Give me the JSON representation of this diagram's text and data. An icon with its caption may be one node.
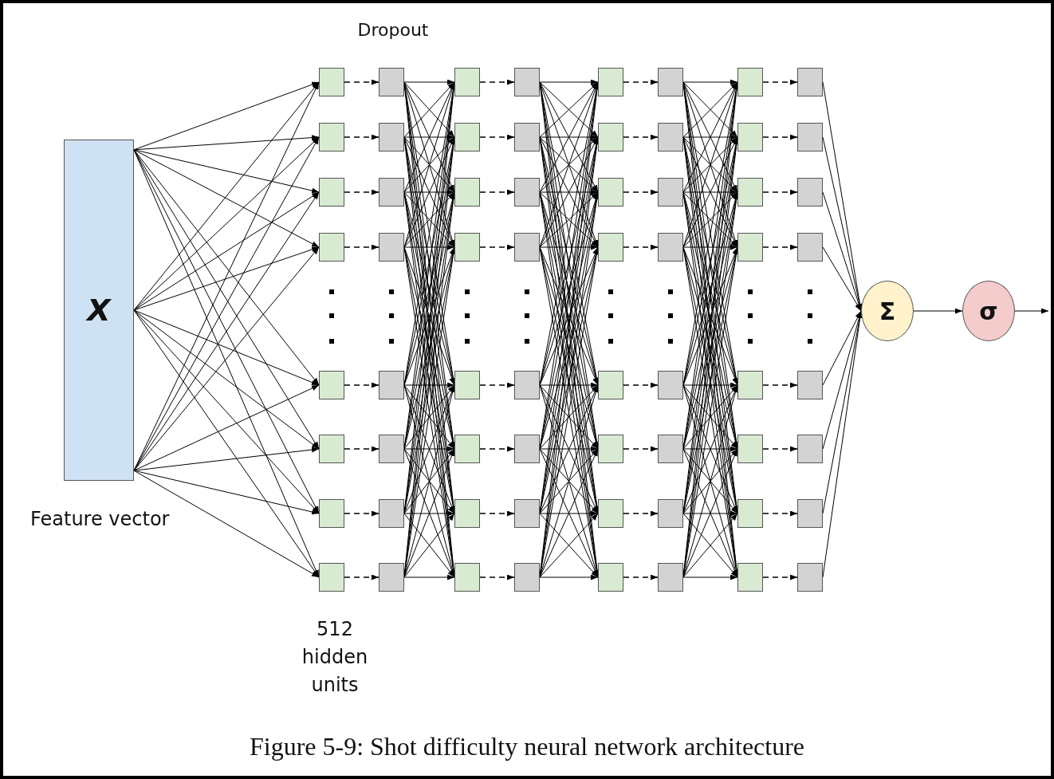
{
  "diagram": {
    "caption": "Figure 5-9: Shot difficulty neural network architecture",
    "nodes": [
      {
        "text": [
          "X"
        ],
        "beside": [
          "Feature vector"
        ]
      },
      {
        "text": [],
        "shape": "box"
      },
      {
        "text": [],
        "shape": "box"
      },
      {
        "text": [],
        "shape": "box"
      },
      {
        "text": [],
        "shape": "box"
      },
      {
        "text": [],
        "shape": "box"
      },
      {
        "text": [],
        "shape": "box"
      },
      {
        "text": [],
        "shape": "box"
      },
      {
        "text": [],
        "shape": "box"
      },
      {
        "text": [],
        "shape": "box"
      },
      {
        "text": [],
        "shape": "box"
      },
      {
        "text": [],
        "shape": "box"
      },
      {
        "text": [],
        "shape": "box"
      },
      {
        "text": [],
        "shape": "box"
      },
      {
        "text": [],
        "shape": "box"
      },
      {
        "text": [],
        "shape": "box"
      },
      {
        "text": [],
        "shape": "box"
      },
      {
        "text": [],
        "shape": "box"
      },
      {
        "text": [],
        "shape": "box"
      },
      {
        "text": [],
        "shape": "box"
      },
      {
        "text": [],
        "shape": "box"
      },
      {
        "text": [],
        "shape": "box"
      },
      {
        "text": [],
        "shape": "box"
      },
      {
        "text": [],
        "shape": "box"
      },
      {
        "text": [],
        "shape": "box"
      },
      {
        "text": [],
        "shape": "box"
      },
      {
        "text": [],
        "shape": "box"
      },
      {
        "text": [],
        "shape": "box"
      },
      {
        "text": [],
        "shape": "box"
      },
      {
        "text": [],
        "shape": "box"
      },
      {
        "text": [],
        "shape": "box"
      },
      {
        "text": [],
        "shape": "box"
      },
      {
        "text": [],
        "shape": "box"
      },
      {
        "text": [],
        "shape": "box"
      },
      {
        "text": [],
        "shape": "box"
      },
      {
        "text": [],
        "shape": "box"
      },
      {
        "text": [],
        "shape": "box"
      },
      {
        "text": [],
        "shape": "box"
      },
      {
        "text": [],
        "shape": "box"
      },
      {
        "text": [],
        "shape": "box"
      },
      {
        "text": [],
        "shape": "box"
      },
      {
        "text": [],
        "shape": "box"
      },
      {
        "text": [],
        "shape": "box"
      },
      {
        "text": [],
        "shape": "box"
      },
      {
        "text": [],
        "shape": "box"
      },
      {
        "text": [],
        "shape": "box"
      },
      {
        "text": [],
        "shape": "box"
      },
      {
        "text": [],
        "shape": "box"
      },
      {
        "text": [],
        "shape": "box"
      },
      {
        "text": [],
        "shape": "box"
      },
      {
        "text": [],
        "shape": "box"
      },
      {
        "text": [],
        "shape": "box"
      },
      {
        "text": [],
        "shape": "box"
      },
      {
        "text": [],
        "shape": "box"
      },
      {
        "text": [],
        "shape": "box"
      },
      {
        "text": [],
        "shape": "box"
      },
      {
        "text": [],
        "shape": "box"
      },
      {
        "text": [],
        "shape": "box"
      },
      {
        "text": [],
        "shape": "box"
      },
      {
        "text": [],
        "shape": "box"
      },
      {
        "text": [],
        "shape": "box"
      },
      {
        "text": [],
        "shape": "box"
      },
      {
        "text": [],
        "shape": "box"
      },
      {
        "text": [],
        "shape": "box"
      },
      {
        "text": [],
        "shape": "box"
      },
      {
        "text": [
          "Σ"
        ]
      },
      {
        "text": [
          "σ"
        ]
      }
    ],
    "edges": [
      {
        "from": 0,
        "to": 1,
        "arrow": "to"
      },
      {
        "from": 0,
        "to": 1,
        "arrow": "to"
      },
      {
        "from": 0,
        "to": 1,
        "arrow": "to"
      },
      {
        "from": 0,
        "to": 2,
        "arrow": "to"
      },
      {
        "from": 0,
        "to": 2,
        "arrow": "to"
      },
      {
        "from": 0,
        "to": 2,
        "arrow": "to"
      },
      {
        "from": 0,
        "to": 3,
        "arrow": "to"
      },
      {
        "from": 0,
        "to": 3,
        "arrow": "to"
      },
      {
        "from": 0,
        "to": 3,
        "arrow": "to"
      },
      {
        "from": 0,
        "to": 4,
        "arrow": "to"
      },
      {
        "from": 0,
        "to": 4,
        "arrow": "to"
      },
      {
        "from": 0,
        "to": 4,
        "arrow": "to"
      },
      {
        "from": 0,
        "to": 5,
        "arrow": "to"
      },
      {
        "from": 0,
        "to": 5,
        "arrow": "to"
      },
      {
        "from": 0,
        "to": 5,
        "arrow": "to"
      },
      {
        "from": 0,
        "to": 6,
        "arrow": "to"
      },
      {
        "from": 0,
        "to": 6,
        "arrow": "to"
      },
      {
        "from": 0,
        "to": 6,
        "arrow": "to"
      },
      {
        "from": 0,
        "to": 7,
        "arrow": "to"
      },
      {
        "from": 0,
        "to": 7,
        "arrow": "to"
      },
      {
        "from": 0,
        "to": 7,
        "arrow": "to"
      },
      {
        "from": 0,
        "to": 8,
        "arrow": "to"
      },
      {
        "from": 0,
        "to": 8,
        "arrow": "to"
      },
      {
        "from": 0,
        "to": 8,
        "arrow": "to"
      },
      {
        "from": 1,
        "to": 9,
        "arrow": "to",
        "style": "dashed"
      },
      {
        "from": 2,
        "to": 10,
        "arrow": "to",
        "style": "dashed"
      },
      {
        "from": 3,
        "to": 11,
        "arrow": "to",
        "style": "dashed"
      },
      {
        "from": 4,
        "to": 12,
        "arrow": "to",
        "style": "dashed"
      },
      {
        "from": 5,
        "to": 13,
        "arrow": "to",
        "style": "dashed"
      },
      {
        "from": 6,
        "to": 14,
        "arrow": "to",
        "style": "dashed"
      },
      {
        "from": 7,
        "to": 15,
        "arrow": "to",
        "style": "dashed"
      },
      {
        "from": 8,
        "to": 16,
        "arrow": "to",
        "style": "dashed"
      },
      {
        "from": 9,
        "to": 17,
        "arrow": "to"
      },
      {
        "from": 9,
        "to": 18,
        "arrow": "to"
      },
      {
        "from": 9,
        "to": 19,
        "arrow": "to"
      },
      {
        "from": 9,
        "to": 20,
        "arrow": "to"
      },
      {
        "from": 9,
        "to": 21,
        "arrow": "to"
      },
      {
        "from": 9,
        "to": 22,
        "arrow": "to"
      },
      {
        "from": 9,
        "to": 23,
        "arrow": "to"
      },
      {
        "from": 9,
        "to": 24,
        "arrow": "to"
      },
      {
        "from": 10,
        "to": 17,
        "arrow": "to"
      },
      {
        "from": 10,
        "to": 18,
        "arrow": "to"
      },
      {
        "from": 10,
        "to": 19,
        "arrow": "to"
      },
      {
        "from": 10,
        "to": 20,
        "arrow": "to"
      },
      {
        "from": 10,
        "to": 21,
        "arrow": "to"
      },
      {
        "from": 10,
        "to": 22,
        "arrow": "to"
      },
      {
        "from": 10,
        "to": 23,
        "arrow": "to"
      },
      {
        "from": 10,
        "to": 24,
        "arrow": "to"
      },
      {
        "from": 11,
        "to": 17,
        "arrow": "to"
      },
      {
        "from": 11,
        "to": 18,
        "arrow": "to"
      },
      {
        "from": 11,
        "to": 19,
        "arrow": "to"
      },
      {
        "from": 11,
        "to": 20,
        "arrow": "to"
      },
      {
        "from": 11,
        "to": 21,
        "arrow": "to"
      },
      {
        "from": 11,
        "to": 22,
        "arrow": "to"
      },
      {
        "from": 11,
        "to": 23,
        "arrow": "to"
      },
      {
        "from": 11,
        "to": 24,
        "arrow": "to"
      },
      {
        "from": 12,
        "to": 17,
        "arrow": "to"
      },
      {
        "from": 12,
        "to": 18,
        "arrow": "to"
      },
      {
        "from": 12,
        "to": 19,
        "arrow": "to"
      },
      {
        "from": 12,
        "to": 20,
        "arrow": "to"
      },
      {
        "from": 12,
        "to": 21,
        "arrow": "to"
      },
      {
        "from": 12,
        "to": 22,
        "arrow": "to"
      },
      {
        "from": 12,
        "to": 23,
        "arrow": "to"
      },
      {
        "from": 12,
        "to": 24,
        "arrow": "to"
      },
      {
        "from": 13,
        "to": 17,
        "arrow": "to"
      },
      {
        "from": 13,
        "to": 18,
        "arrow": "to"
      },
      {
        "from": 13,
        "to": 19,
        "arrow": "to"
      },
      {
        "from": 13,
        "to": 20,
        "arrow": "to"
      },
      {
        "from": 13,
        "to": 21,
        "arrow": "to"
      },
      {
        "from": 13,
        "to": 22,
        "arrow": "to"
      },
      {
        "from": 13,
        "to": 23,
        "arrow": "to"
      },
      {
        "from": 13,
        "to": 24,
        "arrow": "to"
      },
      {
        "from": 14,
        "to": 17,
        "arrow": "to"
      },
      {
        "from": 14,
        "to": 18,
        "arrow": "to"
      },
      {
        "from": 14,
        "to": 19,
        "arrow": "to"
      },
      {
        "from": 14,
        "to": 20,
        "arrow": "to"
      },
      {
        "from": 14,
        "to": 21,
        "arrow": "to"
      },
      {
        "from": 14,
        "to": 22,
        "arrow": "to"
      },
      {
        "from": 14,
        "to": 23,
        "arrow": "to"
      },
      {
        "from": 14,
        "to": 24,
        "arrow": "to"
      },
      {
        "from": 15,
        "to": 17,
        "arrow": "to"
      },
      {
        "from": 15,
        "to": 18,
        "arrow": "to"
      },
      {
        "from": 15,
        "to": 19,
        "arrow": "to"
      },
      {
        "from": 15,
        "to": 20,
        "arrow": "to"
      },
      {
        "from": 15,
        "to": 21,
        "arrow": "to"
      },
      {
        "from": 15,
        "to": 22,
        "arrow": "to"
      },
      {
        "from": 15,
        "to": 23,
        "arrow": "to"
      },
      {
        "from": 15,
        "to": 24,
        "arrow": "to"
      },
      {
        "from": 16,
        "to": 17,
        "arrow": "to"
      },
      {
        "from": 16,
        "to": 18,
        "arrow": "to"
      },
      {
        "from": 16,
        "to": 19,
        "arrow": "to"
      },
      {
        "from": 16,
        "to": 20,
        "arrow": "to"
      },
      {
        "from": 16,
        "to": 21,
        "arrow": "to"
      },
      {
        "from": 16,
        "to": 22,
        "arrow": "to"
      },
      {
        "from": 16,
        "to": 23,
        "arrow": "to"
      },
      {
        "from": 16,
        "to": 24,
        "arrow": "to"
      },
      {
        "from": 17,
        "to": 25,
        "arrow": "to",
        "style": "dashed"
      },
      {
        "from": 18,
        "to": 26,
        "arrow": "to",
        "style": "dashed"
      },
      {
        "from": 19,
        "to": 27,
        "arrow": "to",
        "style": "dashed"
      },
      {
        "from": 20,
        "to": 28,
        "arrow": "to",
        "style": "dashed"
      },
      {
        "from": 21,
        "to": 29,
        "arrow": "to",
        "style": "dashed"
      },
      {
        "from": 22,
        "to": 30,
        "arrow": "to",
        "style": "dashed"
      },
      {
        "from": 23,
        "to": 31,
        "arrow": "to",
        "style": "dashed"
      },
      {
        "from": 24,
        "to": 32,
        "arrow": "to",
        "style": "dashed"
      },
      {
        "from": 25,
        "to": 33,
        "arrow": "to"
      },
      {
        "from": 25,
        "to": 34,
        "arrow": "to"
      },
      {
        "from": 25,
        "to": 35,
        "arrow": "to"
      },
      {
        "from": 25,
        "to": 36,
        "arrow": "to"
      },
      {
        "from": 25,
        "to": 37,
        "arrow": "to"
      },
      {
        "from": 25,
        "to": 38,
        "arrow": "to"
      },
      {
        "from": 25,
        "to": 39,
        "arrow": "to"
      },
      {
        "from": 25,
        "to": 40,
        "arrow": "to"
      },
      {
        "from": 26,
        "to": 33,
        "arrow": "to"
      },
      {
        "from": 26,
        "to": 34,
        "arrow": "to"
      },
      {
        "from": 26,
        "to": 35,
        "arrow": "to"
      },
      {
        "from": 26,
        "to": 36,
        "arrow": "to"
      },
      {
        "from": 26,
        "to": 37,
        "arrow": "to"
      },
      {
        "from": 26,
        "to": 38,
        "arrow": "to"
      },
      {
        "from": 26,
        "to": 39,
        "arrow": "to"
      },
      {
        "from": 26,
        "to": 40,
        "arrow": "to"
      },
      {
        "from": 27,
        "to": 33,
        "arrow": "to"
      },
      {
        "from": 27,
        "to": 34,
        "arrow": "to"
      },
      {
        "from": 27,
        "to": 35,
        "arrow": "to"
      },
      {
        "from": 27,
        "to": 36,
        "arrow": "to"
      },
      {
        "from": 27,
        "to": 37,
        "arrow": "to"
      },
      {
        "from": 27,
        "to": 38,
        "arrow": "to"
      },
      {
        "from": 27,
        "to": 39,
        "arrow": "to"
      },
      {
        "from": 27,
        "to": 40,
        "arrow": "to"
      },
      {
        "from": 28,
        "to": 33,
        "arrow": "to"
      },
      {
        "from": 28,
        "to": 34,
        "arrow": "to"
      },
      {
        "from": 28,
        "to": 35,
        "arrow": "to"
      },
      {
        "from": 28,
        "to": 36,
        "arrow": "to"
      },
      {
        "from": 28,
        "to": 37,
        "arrow": "to"
      },
      {
        "from": 28,
        "to": 38,
        "arrow": "to"
      },
      {
        "from": 28,
        "to": 39,
        "arrow": "to"
      },
      {
        "from": 28,
        "to": 40,
        "arrow": "to"
      },
      {
        "from": 29,
        "to": 33,
        "arrow": "to"
      },
      {
        "from": 29,
        "to": 34,
        "arrow": "to"
      },
      {
        "from": 29,
        "to": 35,
        "arrow": "to"
      },
      {
        "from": 29,
        "to": 36,
        "arrow": "to"
      },
      {
        "from": 29,
        "to": 37,
        "arrow": "to"
      },
      {
        "from": 29,
        "to": 38,
        "arrow": "to"
      },
      {
        "from": 29,
        "to": 39,
        "arrow": "to"
      },
      {
        "from": 29,
        "to": 40,
        "arrow": "to"
      },
      {
        "from": 30,
        "to": 33,
        "arrow": "to"
      },
      {
        "from": 30,
        "to": 34,
        "arrow": "to"
      },
      {
        "from": 30,
        "to": 35,
        "arrow": "to"
      },
      {
        "from": 30,
        "to": 36,
        "arrow": "to"
      },
      {
        "from": 30,
        "to": 37,
        "arrow": "to"
      },
      {
        "from": 30,
        "to": 38,
        "arrow": "to"
      },
      {
        "from": 30,
        "to": 39,
        "arrow": "to"
      },
      {
        "from": 30,
        "to": 40,
        "arrow": "to"
      },
      {
        "from": 31,
        "to": 33,
        "arrow": "to"
      },
      {
        "from": 31,
        "to": 34,
        "arrow": "to"
      },
      {
        "from": 31,
        "to": 35,
        "arrow": "to"
      },
      {
        "from": 31,
        "to": 36,
        "arrow": "to"
      },
      {
        "from": 31,
        "to": 37,
        "arrow": "to"
      },
      {
        "from": 31,
        "to": 38,
        "arrow": "to"
      },
      {
        "from": 31,
        "to": 39,
        "arrow": "to"
      },
      {
        "from": 31,
        "to": 40,
        "arrow": "to"
      },
      {
        "from": 32,
        "to": 33,
        "arrow": "to"
      },
      {
        "from": 32,
        "to": 34,
        "arrow": "to"
      },
      {
        "from": 32,
        "to": 35,
        "arrow": "to"
      },
      {
        "from": 32,
        "to": 36,
        "arrow": "to"
      },
      {
        "from": 32,
        "to": 37,
        "arrow": "to"
      },
      {
        "from": 32,
        "to": 38,
        "arrow": "to"
      },
      {
        "from": 32,
        "to": 39,
        "arrow": "to"
      },
      {
        "from": 32,
        "to": 40,
        "arrow": "to"
      },
      {
        "from": 33,
        "to": 41,
        "arrow": "to",
        "style": "dashed"
      },
      {
        "from": 34,
        "to": 42,
        "arrow": "to",
        "style": "dashed"
      },
      {
        "from": 35,
        "to": 43,
        "arrow": "to",
        "style": "dashed"
      },
      {
        "from": 36,
        "to": 44,
        "arrow": "to",
        "style": "dashed"
      },
      {
        "from": 37,
        "to": 45,
        "arrow": "to",
        "style": "dashed"
      },
      {
        "from": 38,
        "to": 46,
        "arrow": "to",
        "style": "dashed"
      },
      {
        "from": 39,
        "to": 47,
        "arrow": "to",
        "style": "dashed"
      },
      {
        "from": 40,
        "to": 48,
        "arrow": "to",
        "style": "dashed"
      },
      {
        "from": 41,
        "to": 49,
        "arrow": "to"
      },
      {
        "from": 41,
        "to": 50,
        "arrow": "to"
      },
      {
        "from": 41,
        "to": 51,
        "arrow": "to"
      },
      {
        "from": 41,
        "to": 52,
        "arrow": "to"
      },
      {
        "from": 41,
        "to": 53,
        "arrow": "to"
      },
      {
        "from": 41,
        "to": 54,
        "arrow": "to"
      },
      {
        "from": 41,
        "to": 55,
        "arrow": "to"
      },
      {
        "from": 41,
        "to": 56,
        "arrow": "to"
      },
      {
        "from": 42,
        "to": 49,
        "arrow": "to"
      },
      {
        "from": 42,
        "to": 50,
        "arrow": "to"
      },
      {
        "from": 42,
        "to": 51,
        "arrow": "to"
      },
      {
        "from": 42,
        "to": 52,
        "arrow": "to"
      },
      {
        "from": 42,
        "to": 53,
        "arrow": "to"
      },
      {
        "from": 42,
        "to": 54,
        "arrow": "to"
      },
      {
        "from": 42,
        "to": 55,
        "arrow": "to"
      },
      {
        "from": 42,
        "to": 56,
        "arrow": "to"
      },
      {
        "from": 43,
        "to": 49,
        "arrow": "to"
      },
      {
        "from": 43,
        "to": 50,
        "arrow": "to"
      },
      {
        "from": 43,
        "to": 51,
        "arrow": "to"
      },
      {
        "from": 43,
        "to": 52,
        "arrow": "to"
      },
      {
        "from": 43,
        "to": 53,
        "arrow": "to"
      },
      {
        "from": 43,
        "to": 54,
        "arrow": "to"
      },
      {
        "from": 43,
        "to": 55,
        "arrow": "to"
      },
      {
        "from": 43,
        "to": 56,
        "arrow": "to"
      },
      {
        "from": 44,
        "to": 49,
        "arrow": "to"
      },
      {
        "from": 44,
        "to": 50,
        "arrow": "to"
      },
      {
        "from": 44,
        "to": 51,
        "arrow": "to"
      },
      {
        "from": 44,
        "to": 52,
        "arrow": "to"
      },
      {
        "from": 44,
        "to": 53,
        "arrow": "to"
      },
      {
        "from": 44,
        "to": 54,
        "arrow": "to"
      },
      {
        "from": 44,
        "to": 55,
        "arrow": "to"
      },
      {
        "from": 44,
        "to": 56,
        "arrow": "to"
      },
      {
        "from": 45,
        "to": 49,
        "arrow": "to"
      },
      {
        "from": 45,
        "to": 50,
        "arrow": "to"
      },
      {
        "from": 45,
        "to": 51,
        "arrow": "to"
      },
      {
        "from": 45,
        "to": 52,
        "arrow": "to"
      },
      {
        "from": 45,
        "to": 53,
        "arrow": "to"
      },
      {
        "from": 45,
        "to": 54,
        "arrow": "to"
      },
      {
        "from": 45,
        "to": 55,
        "arrow": "to"
      },
      {
        "from": 45,
        "to": 56,
        "arrow": "to"
      },
      {
        "from": 46,
        "to": 49,
        "arrow": "to"
      },
      {
        "from": 46,
        "to": 50,
        "arrow": "to"
      },
      {
        "from": 46,
        "to": 51,
        "arrow": "to"
      },
      {
        "from": 46,
        "to": 52,
        "arrow": "to"
      },
      {
        "from": 46,
        "to": 53,
        "arrow": "to"
      },
      {
        "from": 46,
        "to": 54,
        "arrow": "to"
      },
      {
        "from": 46,
        "to": 55,
        "arrow": "to"
      },
      {
        "from": 46,
        "to": 56,
        "arrow": "to"
      },
      {
        "from": 47,
        "to": 49,
        "arrow": "to"
      },
      {
        "from": 47,
        "to": 50,
        "arrow": "to"
      },
      {
        "from": 47,
        "to": 51,
        "arrow": "to"
      },
      {
        "from": 47,
        "to": 52,
        "arrow": "to"
      },
      {
        "from": 47,
        "to": 53,
        "arrow": "to"
      },
      {
        "from": 47,
        "to": 54,
        "arrow": "to"
      },
      {
        "from": 47,
        "to": 55,
        "arrow": "to"
      },
      {
        "from": 47,
        "to": 56,
        "arrow": "to"
      },
      {
        "from": 48,
        "to": 49,
        "arrow": "to"
      },
      {
        "from": 48,
        "to": 50,
        "arrow": "to"
      },
      {
        "from": 48,
        "to": 51,
        "arrow": "to"
      },
      {
        "from": 48,
        "to": 52,
        "arrow": "to"
      },
      {
        "from": 48,
        "to": 53,
        "arrow": "to"
      },
      {
        "from": 48,
        "to": 54,
        "arrow": "to"
      },
      {
        "from": 48,
        "to": 55,
        "arrow": "to"
      },
      {
        "from": 48,
        "to": 56,
        "arrow": "to"
      },
      {
        "from": 49,
        "to": 57,
        "arrow": "to",
        "style": "dashed"
      },
      {
        "from": 50,
        "to": 58,
        "arrow": "to",
        "style": "dashed"
      },
      {
        "from": 51,
        "to": 59,
        "arrow": "to",
        "style": "dashed"
      },
      {
        "from": 52,
        "to": 60,
        "arrow": "to",
        "style": "dashed"
      },
      {
        "from": 53,
        "to": 61,
        "arrow": "to",
        "style": "dashed"
      },
      {
        "from": 54,
        "to": 62,
        "arrow": "to",
        "style": "dashed"
      },
      {
        "from": 55,
        "to": 63,
        "arrow": "to",
        "style": "dashed"
      },
      {
        "from": 56,
        "to": 64,
        "arrow": "to",
        "style": "dashed"
      },
      {
        "from": 57,
        "to": 65,
        "arrow": "to"
      },
      {
        "from": 58,
        "to": 65,
        "arrow": "to"
      },
      {
        "from": 59,
        "to": 65,
        "arrow": "to"
      },
      {
        "from": 60,
        "to": 65,
        "arrow": "to"
      },
      {
        "from": 61,
        "to": 65,
        "arrow": "to"
      },
      {
        "from": 62,
        "to": 65,
        "arrow": "to"
      },
      {
        "from": 63,
        "to": 65,
        "arrow": "to"
      },
      {
        "from": 64,
        "to": 65,
        "arrow": "to"
      },
      {
        "from": 65,
        "to": 66,
        "arrow": "to"
      },
      {
        "from": 66,
        "to": null,
        "arrow": "to"
      }
    ],
    "labels": [
      "Dropout",
      "512 hidden units"
    ]
  }
}
